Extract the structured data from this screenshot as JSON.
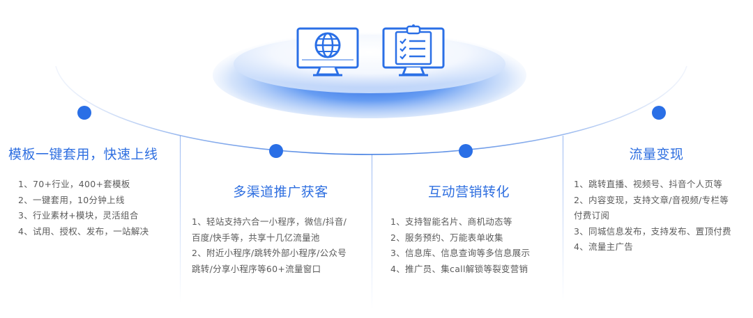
{
  "colors": {
    "accent": "#2f6fe0",
    "dot": "#2a6fe6",
    "text": "#5a5a5a",
    "stage_glow": "#3c7ae8"
  },
  "icons": [
    "globe-monitor-icon",
    "checklist-monitor-icon"
  ],
  "columns": [
    {
      "title": "模板一键套用，快速上线",
      "items": [
        "1、70+行业，400+套模板",
        "2、一键套用，10分钟上线",
        "3、行业素材+模块，灵活组合",
        "4、试用、授权、发布，一站解决"
      ]
    },
    {
      "title": "多渠道推广获客",
      "items": [
        "1、轻站支持六合一小程序，微信/抖音/",
        "百度/快手等，共享十几亿流量池",
        "2、附近小程序/跳转外部小程序/公众号",
        "跳转/分享小程序等60+流量窗口"
      ]
    },
    {
      "title": "互动营销转化",
      "items": [
        "1、支持智能名片、商机动态等",
        "2、服务预约、万能表单收集",
        "3、信息库、信息查询等多信息展示",
        "4、推广员、集call解锁等裂变营销"
      ]
    },
    {
      "title": "流量变现",
      "items": [
        "1、跳转直播、视频号、抖音个人页等",
        "2、内容变现，支持文章/音视频/专栏等",
        "付费订阅",
        "3、同城信息发布，支持发布、置顶付费",
        "4、流量主广告"
      ]
    }
  ]
}
